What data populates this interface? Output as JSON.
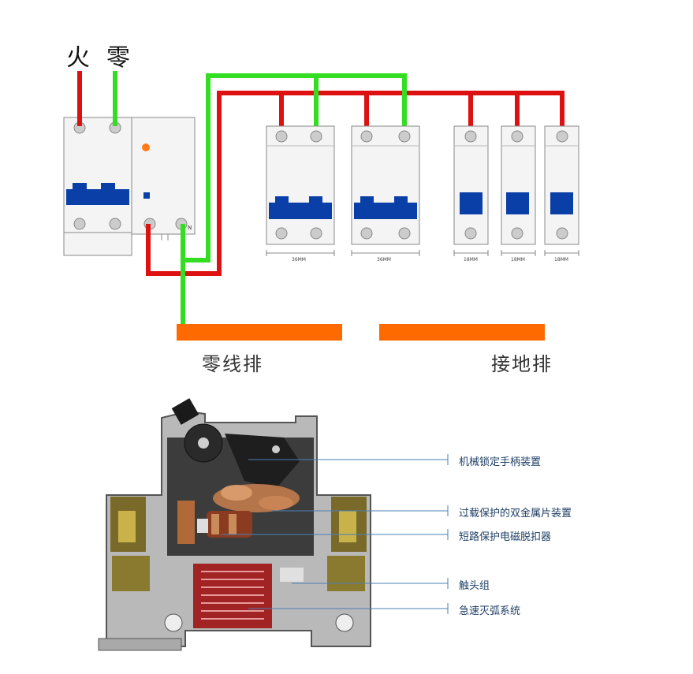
{
  "top_labels": {
    "live": "火",
    "neutral": "零"
  },
  "rcbo": {
    "n_mark": "N"
  },
  "dimensions": [
    "36MM",
    "36MM",
    "18MM",
    "18MM",
    "18MM"
  ],
  "bars": {
    "neutral_bar": "零线排",
    "ground_bar": "接地排"
  },
  "callouts": [
    "机械锁定手柄装置",
    "过载保护的双金属片装置",
    "短路保护电磁脱扣器",
    "触头组",
    "急速灭弧系统"
  ],
  "colors": {
    "live_wire": "#dd1111",
    "neutral_wire": "#33dd22",
    "busbar": "#ff6a00",
    "toggle_blue": "#0a3fa8",
    "callout_line": "#4a7fb5"
  }
}
